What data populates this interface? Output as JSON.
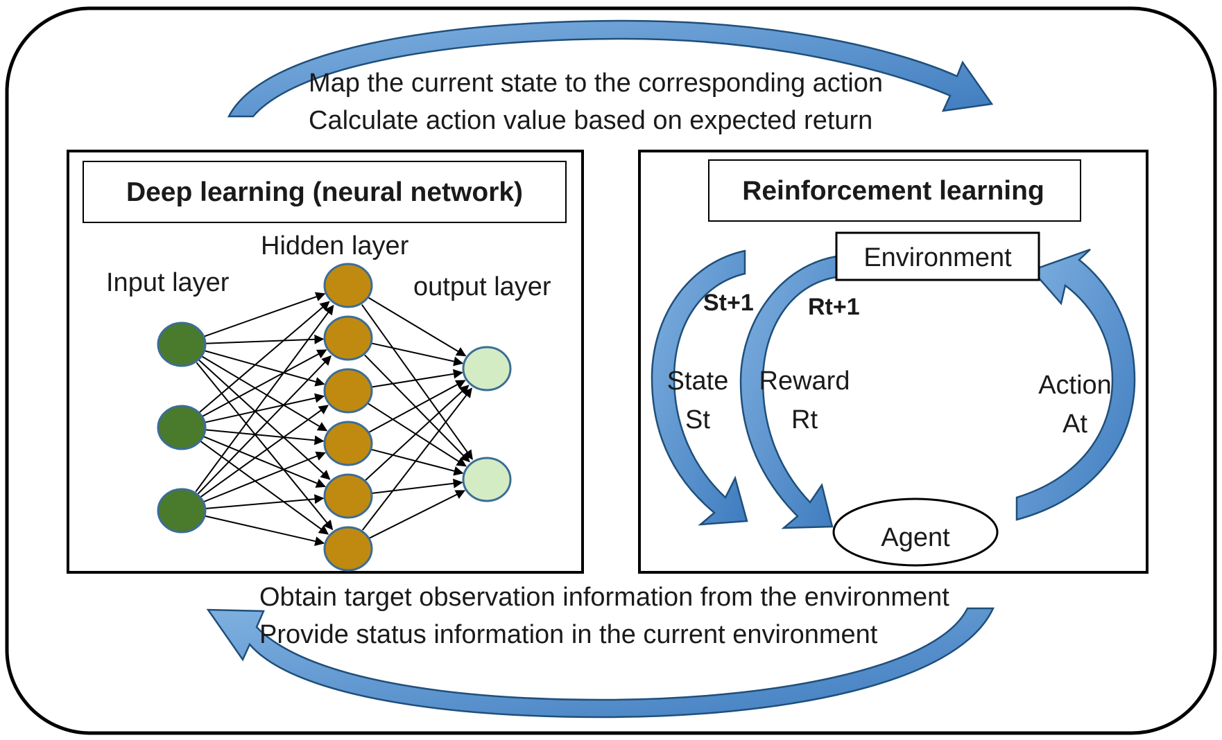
{
  "top_caption": {
    "line1": "Map the current state to the corresponding action",
    "line2": "Calculate action value based on expected return"
  },
  "bottom_caption": {
    "line1": "Obtain target observation  information from the environment",
    "line2": "Provide status information in the current environment"
  },
  "deep_learning": {
    "title": "Deep learning (neural network)",
    "input_label": "Input layer",
    "hidden_label": "Hidden layer",
    "output_label": "output layer",
    "input_count": 3,
    "hidden_count": 6,
    "output_count": 2
  },
  "reinforcement_learning": {
    "title": "Reinforcement learning",
    "environment": "Environment",
    "agent": "Agent",
    "state_next": "St+1",
    "reward_next": "Rt+1",
    "state_word": "State",
    "state_symbol": "St",
    "reward_word": "Reward",
    "reward_symbol": "Rt",
    "action_word": "Action",
    "action_symbol": "At"
  },
  "colors": {
    "input_node": "#4a7a2c",
    "hidden_node": "#c08a10",
    "output_node": "#d4ecc4",
    "node_stroke": "#3c6d96",
    "arrow_fill": "#5b93cf",
    "arrow_stroke": "#1f4f7a"
  }
}
